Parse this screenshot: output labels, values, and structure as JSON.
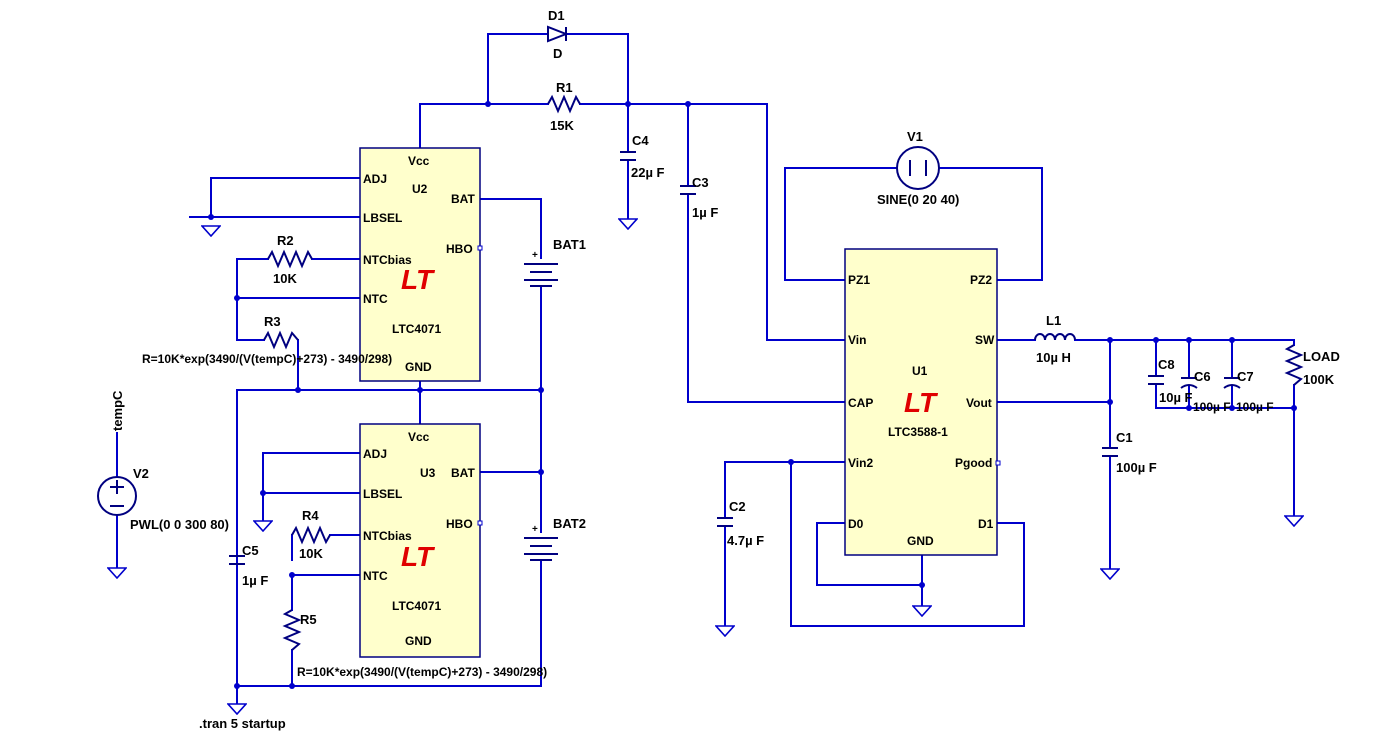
{
  "chips": {
    "u2": {
      "ref": "U2",
      "part": "LTC4071",
      "vcc": "Vcc",
      "adj": "ADJ",
      "lbsel": "LBSEL",
      "ntcbias": "NTCbias",
      "ntc": "NTC",
      "bat": "BAT",
      "hbo": "HBO",
      "gnd": "GND"
    },
    "u3": {
      "ref": "U3",
      "part": "LTC4071",
      "vcc": "Vcc",
      "adj": "ADJ",
      "lbsel": "LBSEL",
      "ntcbias": "NTCbias",
      "ntc": "NTC",
      "bat": "BAT",
      "hbo": "HBO",
      "gnd": "GND"
    },
    "u1": {
      "ref": "U1",
      "part": "LTC3588-1",
      "pz1": "PZ1",
      "pz2": "PZ2",
      "vin": "Vin",
      "sw": "SW",
      "cap": "CAP",
      "vout": "Vout",
      "vin2": "Vin2",
      "pgood": "Pgood",
      "d0": "D0",
      "d1": "D1",
      "gnd": "GND"
    }
  },
  "logo_glyph": "LT",
  "components": {
    "d1": {
      "ref": "D1",
      "value": "D"
    },
    "r1": {
      "ref": "R1",
      "value": "15K"
    },
    "c4": {
      "ref": "C4",
      "value": "22µ F"
    },
    "c3": {
      "ref": "C3",
      "value": "1µ F"
    },
    "r2": {
      "ref": "R2",
      "value": "10K"
    },
    "r3": {
      "ref": "R3",
      "value": "R=10K*exp(3490/(V(tempC)+273) - 3490/298)"
    },
    "r4": {
      "ref": "R4",
      "value": "10K"
    },
    "r5": {
      "ref": "R5",
      "value": "R=10K*exp(3490/(V(tempC)+273) - 3490/298)"
    },
    "bat1": {
      "ref": "BAT1"
    },
    "bat2": {
      "ref": "BAT2"
    },
    "v1": {
      "ref": "V1",
      "value": "SINE(0 20 40)"
    },
    "v2": {
      "ref": "V2",
      "value": "PWL(0 0 300 80)"
    },
    "c5": {
      "ref": "C5",
      "value": "1µ F"
    },
    "c2": {
      "ref": "C2",
      "value": "4.7µ F"
    },
    "l1": {
      "ref": "L1",
      "value": "10µ H"
    },
    "c8": {
      "ref": "C8",
      "value": "10µ F"
    },
    "c6": {
      "ref": "C6",
      "value": "100µ F"
    },
    "c7": {
      "ref": "C7",
      "value": "100µ F"
    },
    "c1": {
      "ref": "C1",
      "value": "100µ F"
    },
    "load": {
      "ref": "LOAD",
      "value": "100K"
    }
  },
  "net_labels": {
    "tempc": "tempC"
  },
  "directive": ".tran 5 startup",
  "colors": {
    "wire": "#0000cc",
    "chip_fill": "#ffffcc",
    "logo": "#e00000"
  }
}
